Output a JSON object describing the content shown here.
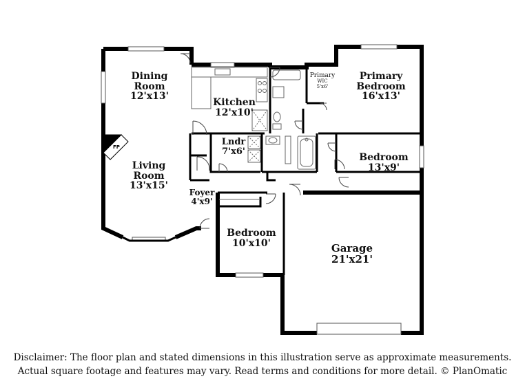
{
  "rooms": {
    "dining": {
      "name": "Dining Room",
      "line1": "Dining",
      "line2": "Room",
      "dims": "12'x13'"
    },
    "kitchen": {
      "name": "Kitchen",
      "dims": "12'x10'"
    },
    "primary_wic": {
      "line1": "Primary",
      "line2": "WIC",
      "dims": "5'x6'"
    },
    "primary_bedroom": {
      "line1": "Primary",
      "line2": "Bedroom",
      "dims": "16'x13'"
    },
    "laundry": {
      "name": "Lndr",
      "dims": "7'x6'"
    },
    "bedroom_east": {
      "name": "Bedroom",
      "dims": "13'x9'"
    },
    "living": {
      "line1": "Living",
      "line2": "Room",
      "dims": "13'x15'"
    },
    "foyer": {
      "name": "Foyer",
      "dims": "4'x9'"
    },
    "bedroom_front": {
      "name": "Bedroom",
      "dims": "10'x10'"
    },
    "garage": {
      "name": "Garage",
      "dims": "21'x21'"
    }
  },
  "fireplace_label": "FP",
  "disclaimer": {
    "line1": "Disclaimer: The floor plan and stated dimensions in this illustration serve as approximate measurements.",
    "line2": "Actual square footage and features may vary. Read terms and conditions for more detail. © PlanOmatic"
  }
}
